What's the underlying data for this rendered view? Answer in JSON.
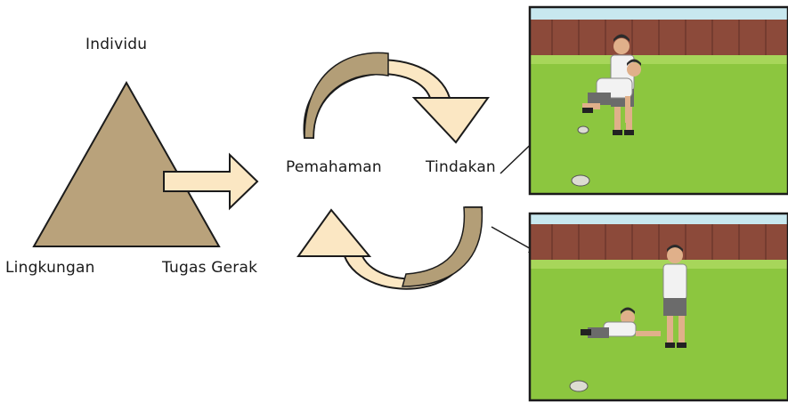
{
  "labels": {
    "top": "Individu",
    "bottom_left": "Lingkungan",
    "bottom_right": "Tugas Gerak",
    "cycle_left": "Pemahaman",
    "cycle_right": "Tindakan"
  },
  "colors": {
    "triangle_fill": "#b9a27b",
    "arrow_fill": "#fbe7c3",
    "arrow_dark": "#b39e77",
    "frame": "#1b1b1b",
    "grass": "#8cc63f",
    "fence": "#8c4a3a",
    "sky": "#c8e8ef"
  },
  "scenes": [
    {
      "description": "student helping a fallen classmate on a grass field"
    },
    {
      "description": "student lying on grass while another stands nearby"
    }
  ]
}
